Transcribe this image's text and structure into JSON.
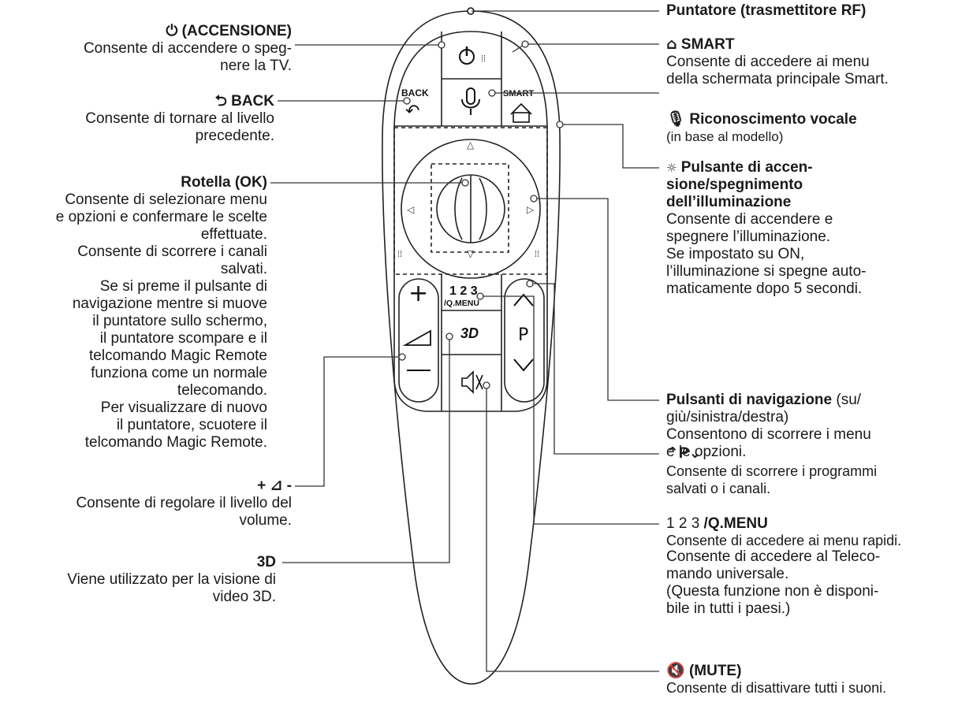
{
  "remote": {
    "back_label": "BACK",
    "smart_label": "SMART",
    "num_label": "1 2 3",
    "qmenu_label": "/Q.MENU",
    "p_label": "P",
    "threed_label": "3D"
  },
  "callouts": {
    "power": {
      "title": "(ACCENSIONE)",
      "desc": [
        "Consente di accendere o speg-",
        "nere la TV."
      ]
    },
    "back": {
      "title": "BACK",
      "desc": [
        "Consente di tornare al livello",
        "precedente."
      ]
    },
    "wheel": {
      "title": "Rotella (OK)",
      "desc": [
        "Consente di selezionare menu",
        "e opzioni e confermare le scelte",
        "effettuate.",
        "Consente di scorrere i canali",
        "salvati.",
        "Se si preme il pulsante di",
        "navigazione mentre si muove",
        "il puntatore sullo schermo,",
        "il puntatore scompare e il",
        "telcomando Magic Remote",
        "funziona come un normale",
        "telecomando.",
        "Per visualizzare di nuovo",
        "il puntatore, scuotere il",
        "telcomando Magic Remote."
      ]
    },
    "volume": {
      "title": "+ ⊿ -",
      "desc": [
        "Consente di regolare il livello del",
        "volume."
      ]
    },
    "threed": {
      "title": "3D",
      "desc": [
        "Viene utilizzato per la visione di",
        "video 3D."
      ]
    },
    "pointer": {
      "title": "Puntatore (trasmettitore RF)"
    },
    "smart": {
      "title": "SMART",
      "desc": [
        "Consente di accedere ai menu",
        "della schermata principale Smart."
      ]
    },
    "voice": {
      "title": "Riconoscimento vocale",
      "desc": [
        "(in base al modello)"
      ]
    },
    "light": {
      "title": [
        "Pulsante di accen-",
        "sione/spegnimento",
        "dell’illuminazione"
      ],
      "desc": [
        "Consente di accendere e",
        "spegnere l’illuminazione.",
        "Se impostato su ON,",
        "l’illuminazione si spegne auto-",
        "maticamente dopo 5 secondi."
      ]
    },
    "nav": {
      "title": "Pulsanti di navigazione",
      "title_rest": " (su/",
      "desc": [
        "giù/sinistra/destra)",
        "Consentono di scorrere i menu",
        "e le opzioni."
      ]
    },
    "prog": {
      "title": "P",
      "desc": [
        "Consente di scorrere i programmi",
        "salvati o i canali."
      ]
    },
    "qmenu": {
      "title_num": "1 2 3",
      "title": "/Q.MENU",
      "desc": [
        "Consente di accedere ai menu rapidi.",
        "Consente di accedere al Teleco-",
        "mando universale.",
        "(Questa funzione non è disponi-",
        "bile in tutti i paesi.)"
      ]
    },
    "mute": {
      "title": "(MUTE)",
      "desc": [
        "Consente di disattivare tutti i suoni."
      ]
    }
  }
}
